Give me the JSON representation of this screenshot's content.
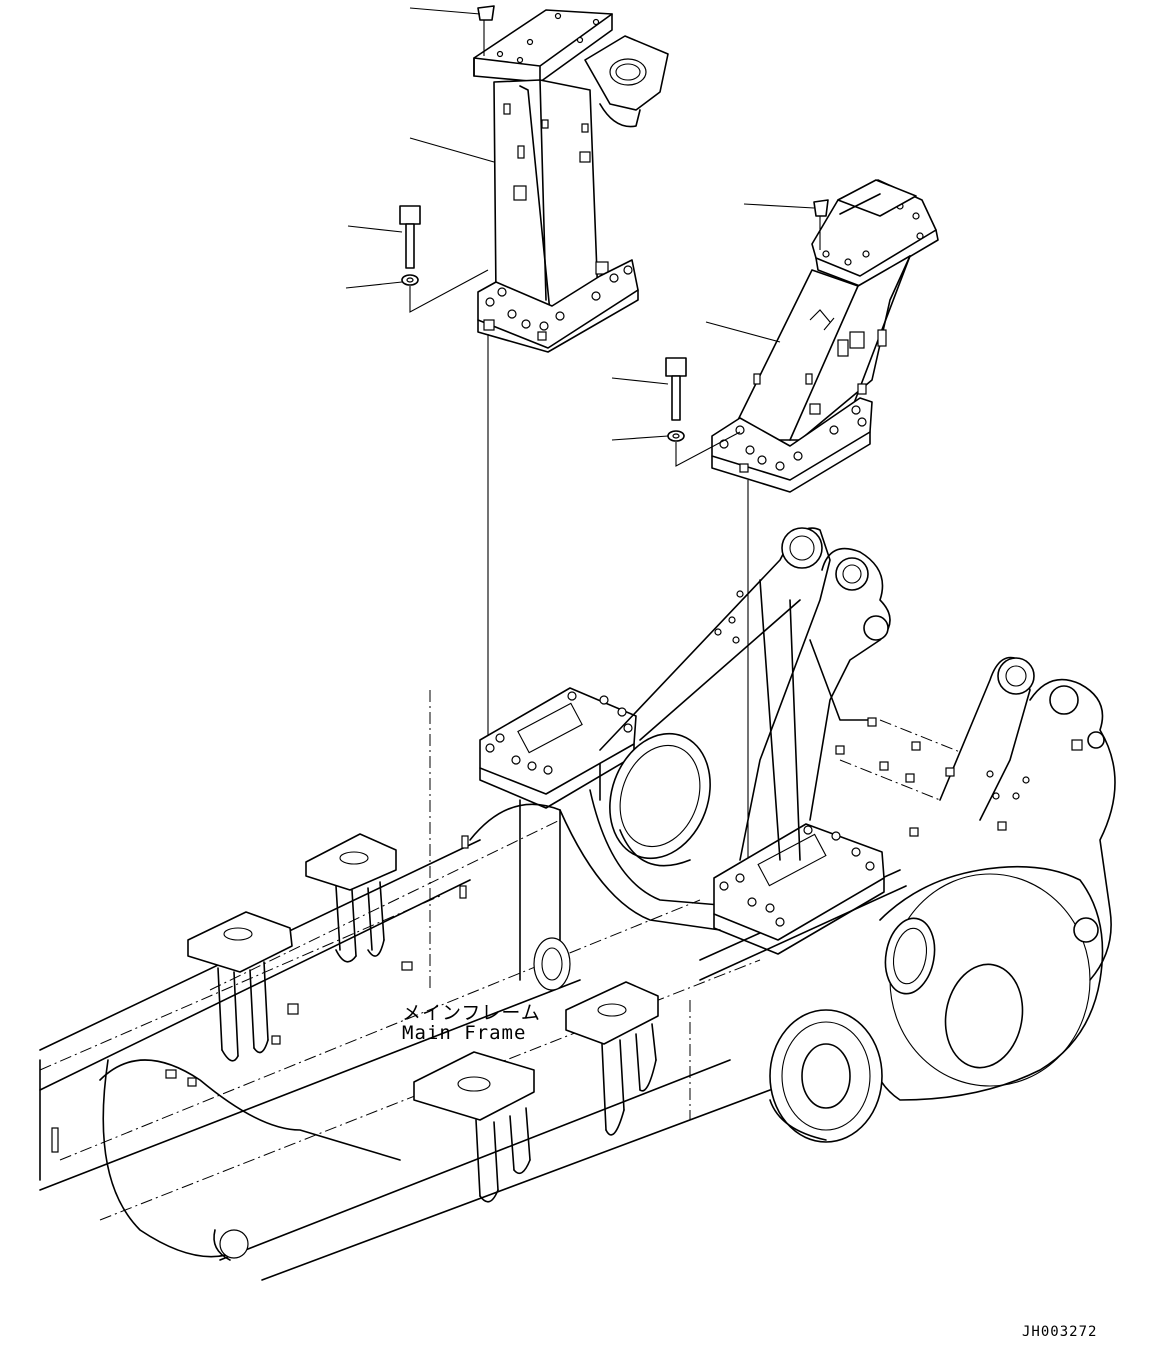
{
  "labels": {
    "main_frame_jp": "メインフレーム",
    "main_frame_en": "Main Frame",
    "drawing_id": "JH003272"
  },
  "colors": {
    "line": "#000000",
    "background": "#ffffff"
  }
}
